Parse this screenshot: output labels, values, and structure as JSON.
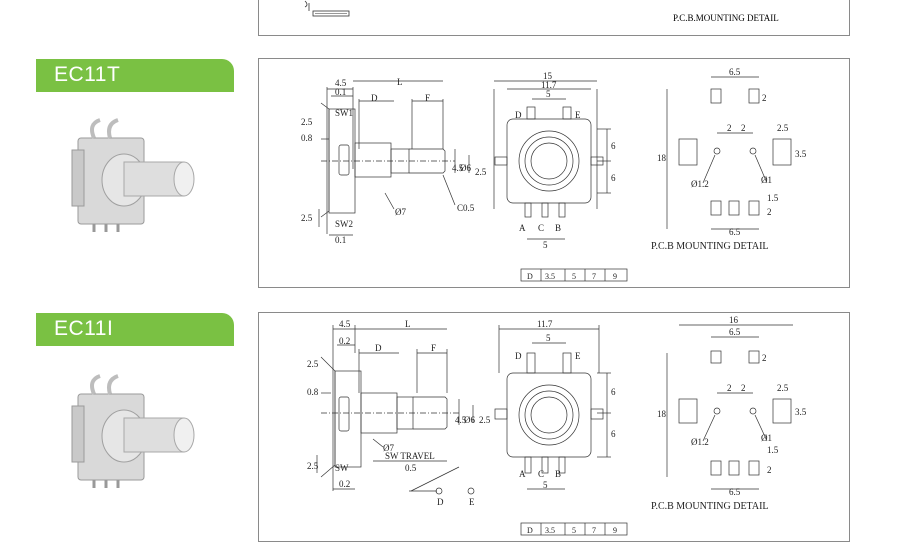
{
  "top": {
    "pcb_label": "P.C.B.MOUNTING DETAIL"
  },
  "sections": [
    {
      "tab": "EC11T",
      "side": {
        "w1": "4.5",
        "L": "L",
        "w2": "0.1",
        "D": "D",
        "F": "F",
        "sw1": "SW1",
        "v25": "2.5",
        "v08": "0.8",
        "d7": "Ø7",
        "c05": "C0.5",
        "sw2": "SW2",
        "b25": "2.5",
        "b01": "0.1",
        "h45": "4.5",
        "h6": "Ø6",
        "h25": "2.5"
      },
      "front": {
        "w15": "15",
        "w117": "11.7",
        "w5": "5",
        "pD": "D",
        "pE": "E",
        "h6a": "6",
        "h6b": "6",
        "pA": "A",
        "pC": "C",
        "pB": "B",
        "w5b": "5"
      },
      "pcb": {
        "w65": "6.5",
        "v2": "2",
        "h18": "18",
        "s2a": "2",
        "s2b": "2",
        "s25": "2.5",
        "s35": "3.5",
        "d12": "Ø1.2",
        "d1": "Ø1",
        "v15": "1.5",
        "v2b": "2",
        "w65b": "6.5",
        "label": "P.C.B  MOUNTING DETAIL"
      },
      "table": [
        "D",
        "3.5",
        "5",
        "7",
        "9"
      ]
    },
    {
      "tab": "EC11I",
      "side": {
        "w1": "4.5",
        "L": "L",
        "w2": "0.2",
        "D": "D",
        "F": "F",
        "v25": "2.5",
        "v08": "0.8",
        "d7": "Ø7",
        "travel": "SW  TRAVEL",
        "t05": "0.5",
        "sw": "SW",
        "b25": "2.5",
        "b02": "0.2",
        "h45": "4.5",
        "h6": "Ø6",
        "h25": "2.5",
        "swD": "D",
        "swE": "E"
      },
      "front": {
        "w117": "11.7",
        "w5": "5",
        "pD": "D",
        "pE": "E",
        "h6a": "6",
        "h6b": "6",
        "pA": "A",
        "pC": "C",
        "pB": "B",
        "w5b": "5"
      },
      "pcb": {
        "w16": "16",
        "w65": "6.5",
        "v2": "2",
        "h18": "18",
        "s2a": "2",
        "s2b": "2",
        "s25": "2.5",
        "s35": "3.5",
        "d12": "Ø1.2",
        "d1": "Ø1",
        "v15": "1.5",
        "v2b": "2",
        "w65b": "6.5",
        "label": "P.C.B  MOUNTING DETAIL"
      },
      "table": [
        "D",
        "3.5",
        "5",
        "7",
        "9"
      ]
    }
  ]
}
